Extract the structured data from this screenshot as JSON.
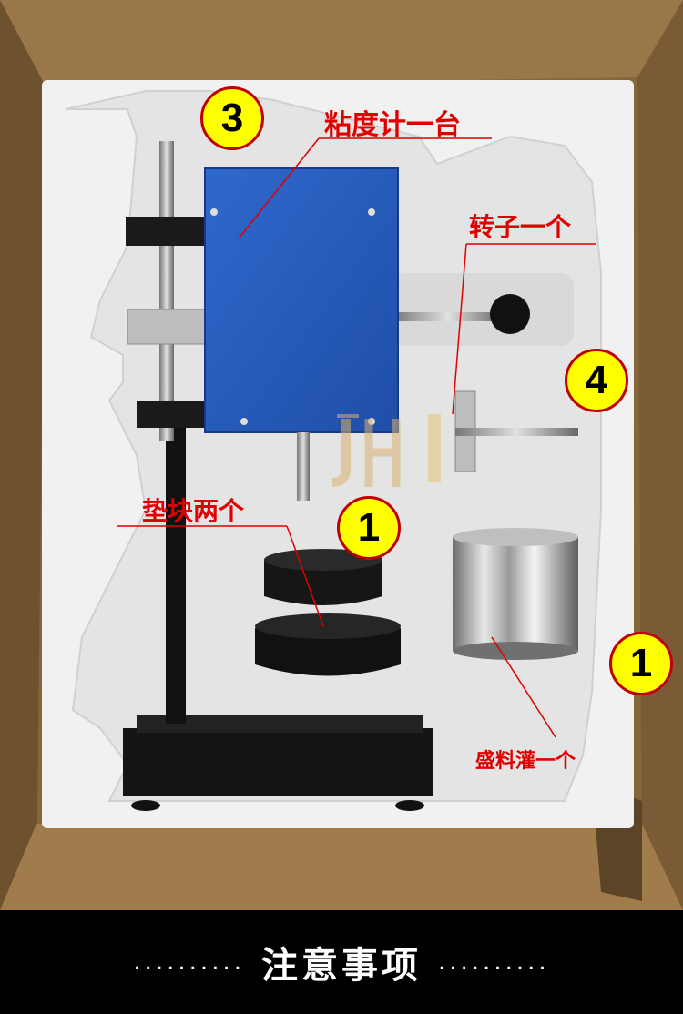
{
  "labels": {
    "viscometer": "粘度计一台",
    "rotor": "转子一个",
    "spacers": "垫块两个",
    "cup": "盛料灌一个"
  },
  "badges": {
    "viscometer_num": "3",
    "rotor_num": "4",
    "spacers_num": "1",
    "cup_num": "1"
  },
  "footer": {
    "title": "注意事项",
    "dots_left": "..........",
    "dots_right": ".........."
  },
  "colors": {
    "label_red": "#e00000",
    "badge_yellow": "#ffff00",
    "badge_border": "#c00000",
    "cardboard": "#8a6a3f",
    "foam": "#f2f2f2",
    "viscometer_body": "#2b5fc0",
    "footer_bg": "#000000"
  },
  "icons": [
    "jh-watermark-logo"
  ]
}
